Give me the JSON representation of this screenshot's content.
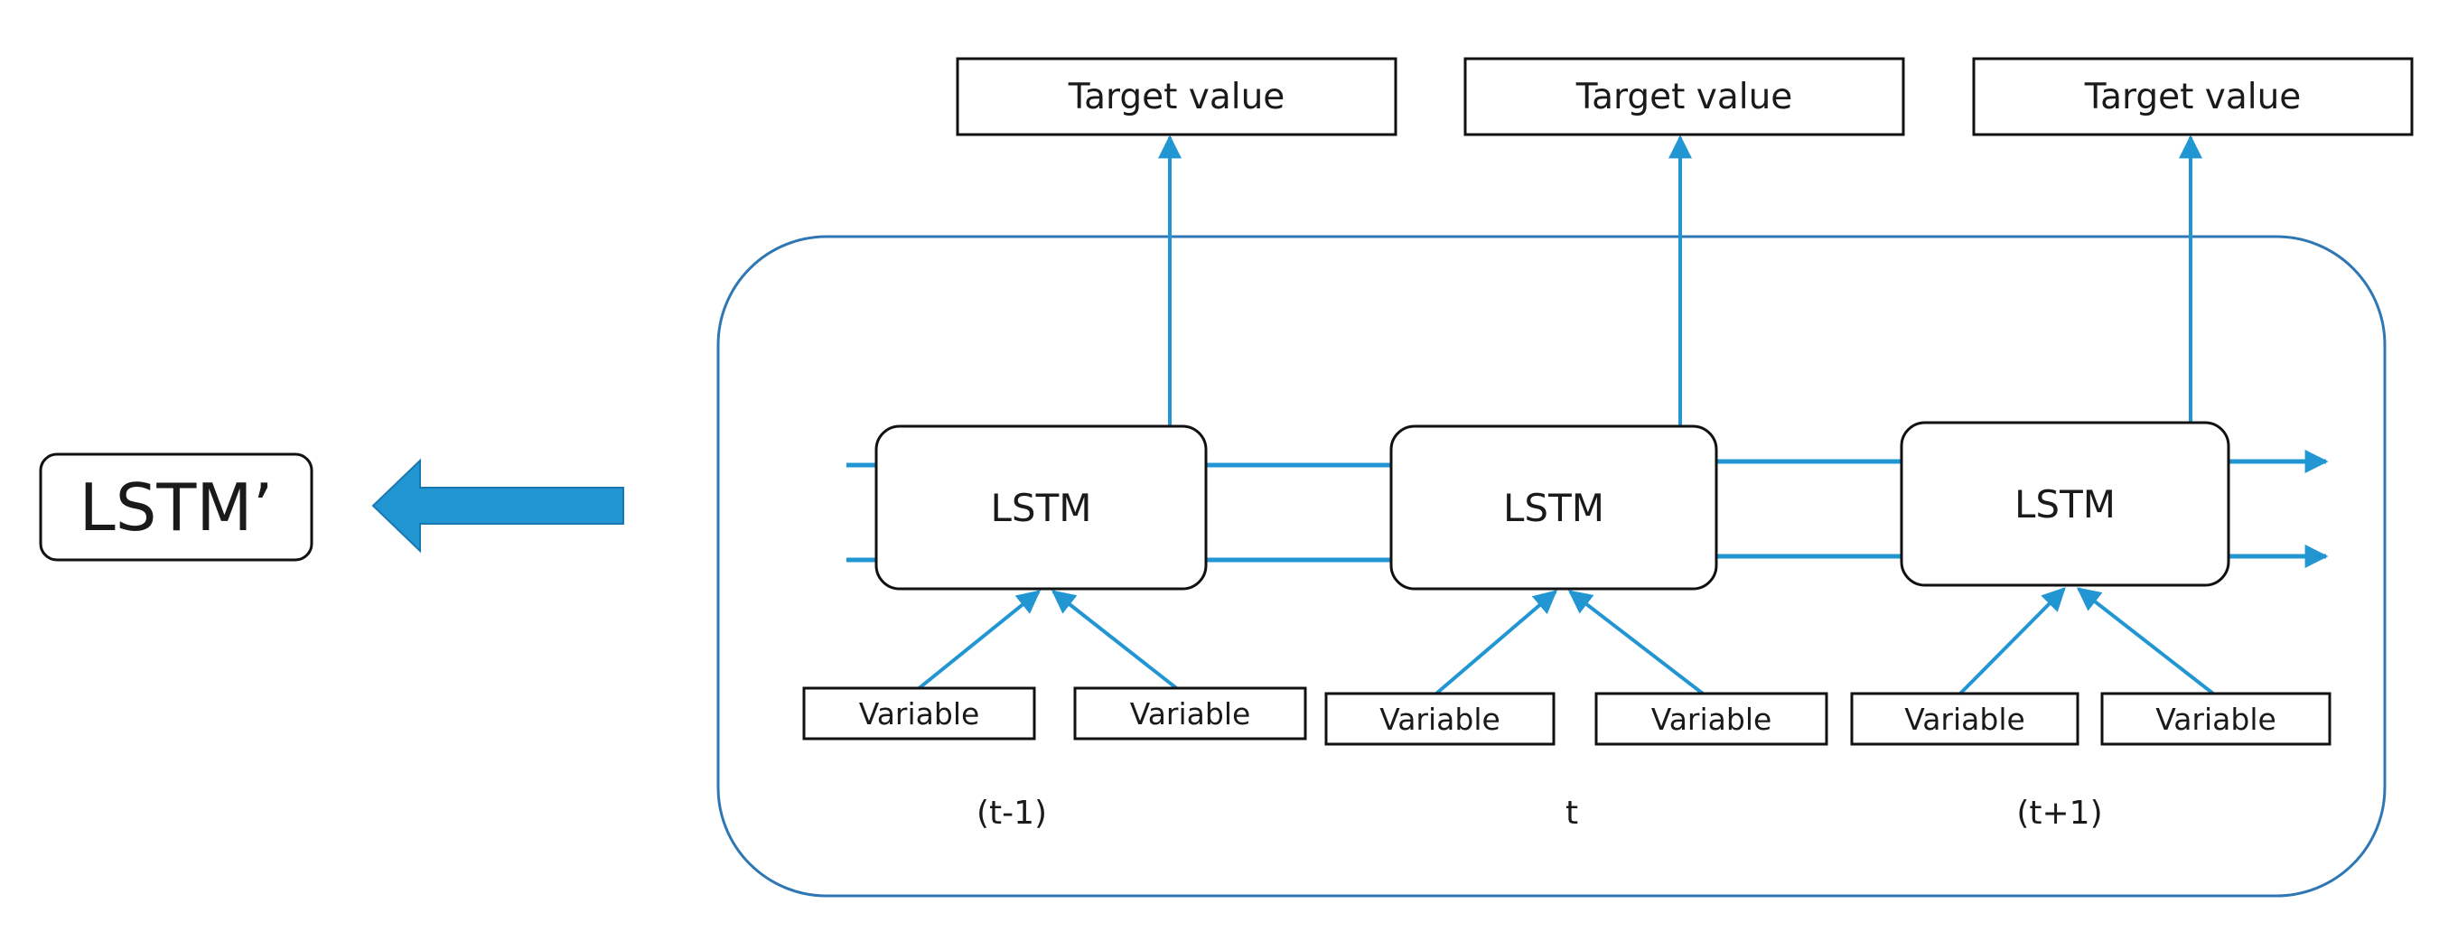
{
  "side_label": "LSTM’",
  "colors": {
    "arrow": "#2196d3",
    "frame": "#2f77b4",
    "box_border": "#111111"
  },
  "steps": [
    {
      "time_label": "(t-1)",
      "target_label": "Target value",
      "cell_label": "LSTM",
      "inputs": [
        "Variable",
        "Variable"
      ]
    },
    {
      "time_label": "t",
      "target_label": "Target value",
      "cell_label": "LSTM",
      "inputs": [
        "Variable",
        "Variable"
      ]
    },
    {
      "time_label": "(t+1)",
      "target_label": "Target value",
      "cell_label": "LSTM",
      "inputs": [
        "Variable",
        "Variable"
      ]
    }
  ]
}
